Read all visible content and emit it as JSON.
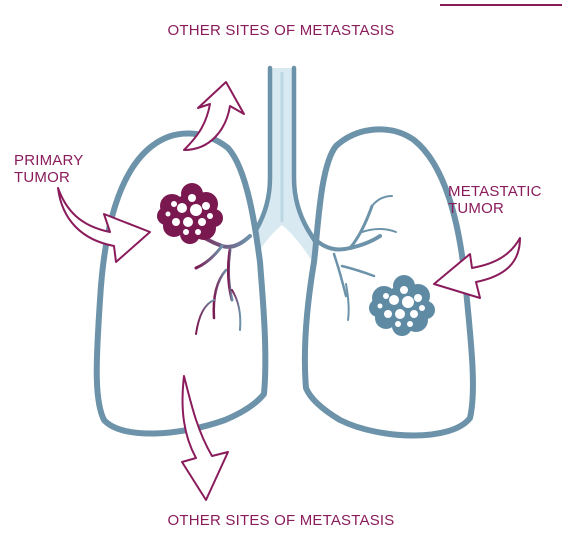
{
  "labels": {
    "top_sites": "OTHER SITES OF METASTASIS",
    "bottom_sites": "OTHER SITES OF METASTASIS",
    "primary_line1": "PRIMARY",
    "primary_line2": "TUMOR",
    "metastatic_line1": "METASTATIC",
    "metastatic_line2": "TUMOR"
  },
  "colors": {
    "accent": "#8a1c5c",
    "lung_outline": "#6d93aa",
    "trachea": "#d8e9f2",
    "lung_fill": "#ffffff",
    "primary_tumor": "#7a1850",
    "metastatic_tumor": "#5e8aa3",
    "background": "#ffffff"
  },
  "icons": {
    "arrows": "curved-arrow-icon"
  }
}
